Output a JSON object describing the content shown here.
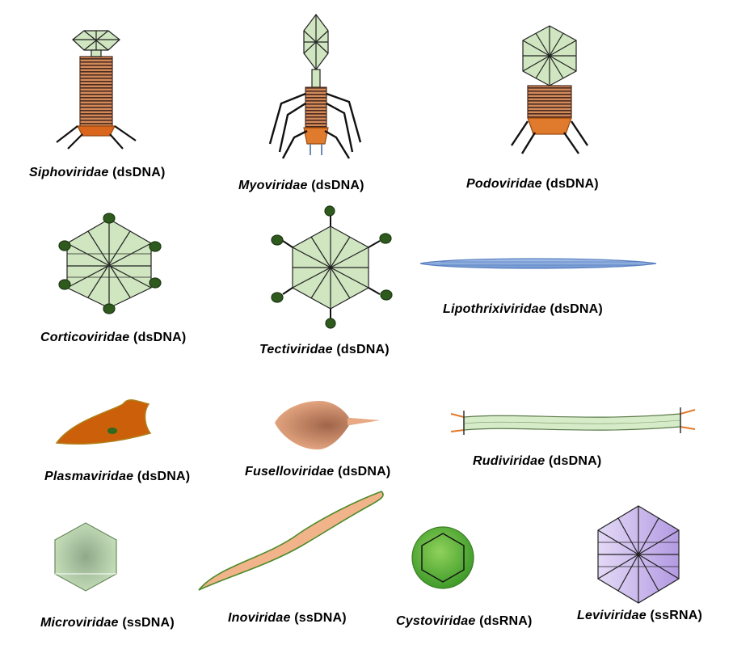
{
  "colors": {
    "capsid_fill": "#cfe6c0",
    "capsid_stroke": "#1e1e1e",
    "tail_brown": "#6b3a28",
    "baseplate_orange": "#e07a2c",
    "tip_dark_green": "#2f5a1e",
    "lipothrixi_blue": "#8fb0de",
    "plasma_orange": "#cc5f0a",
    "fusello_peach": "#e6a47e",
    "rudi_green": "#d6ebc8",
    "ino_peach": "#f1b48a",
    "cysto_green": "#5fb43a",
    "levi_purple": "#c9b9ec"
  },
  "viruses": [
    {
      "name": "Siphoviridae",
      "genome": "(dsDNA)"
    },
    {
      "name": "Myoviridae",
      "genome": "(dsDNA)"
    },
    {
      "name": "Podoviridae",
      "genome": "(dsDNA)"
    },
    {
      "name": "Corticoviridae",
      "genome": "(dsDNA)"
    },
    {
      "name": "Tectiviridae",
      "genome": "(dsDNA)"
    },
    {
      "name": "Lipothrixiviridae",
      "genome": "(dsDNA)"
    },
    {
      "name": "Plasmaviridae",
      "genome": "(dsDNA)"
    },
    {
      "name": "Fuselloviridae",
      "genome": "(dsDNA)"
    },
    {
      "name": "Rudiviridae",
      "genome": "(dsDNA)"
    },
    {
      "name": "Microviridae",
      "genome": "(ssDNA)"
    },
    {
      "name": "Inoviridae",
      "genome": "(ssDNA)"
    },
    {
      "name": "Cystoviridae",
      "genome": "(dsRNA)"
    },
    {
      "name": "Leviviridae",
      "genome": "(ssRNA)"
    }
  ]
}
